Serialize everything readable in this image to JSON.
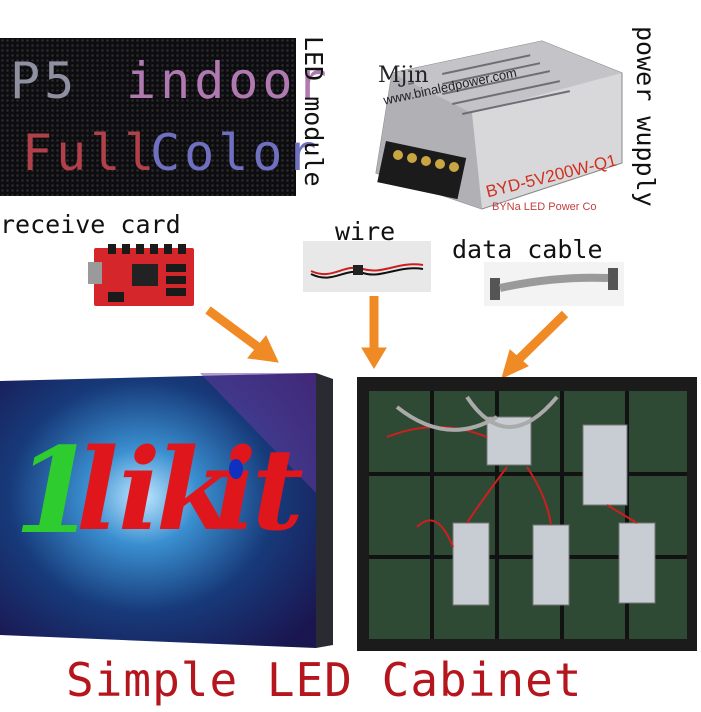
{
  "labels": {
    "led_module": "LED module",
    "power_supply": "power wupply",
    "receive_card": "receive card",
    "wire": "wire",
    "data_cable": "data cable"
  },
  "led_panel": {
    "line1": [
      "P5",
      "indoor"
    ],
    "line2": [
      "Full",
      "Color"
    ]
  },
  "psu": {
    "brand": "Mjin",
    "url": "www.binaledpower.com",
    "model": "BYD-5V200W-Q1",
    "maker": "BYNa LED Power Co"
  },
  "display_logo": [
    "1",
    "l",
    "i",
    "k",
    "i",
    "t"
  ],
  "title": "Simple LED Cabinet",
  "colors": {
    "arrow": "#f08a24",
    "title": "#b5161d",
    "logo_green": "#2ecc2e",
    "logo_red": "#e0161d",
    "logo_blue": "#1030c0"
  }
}
